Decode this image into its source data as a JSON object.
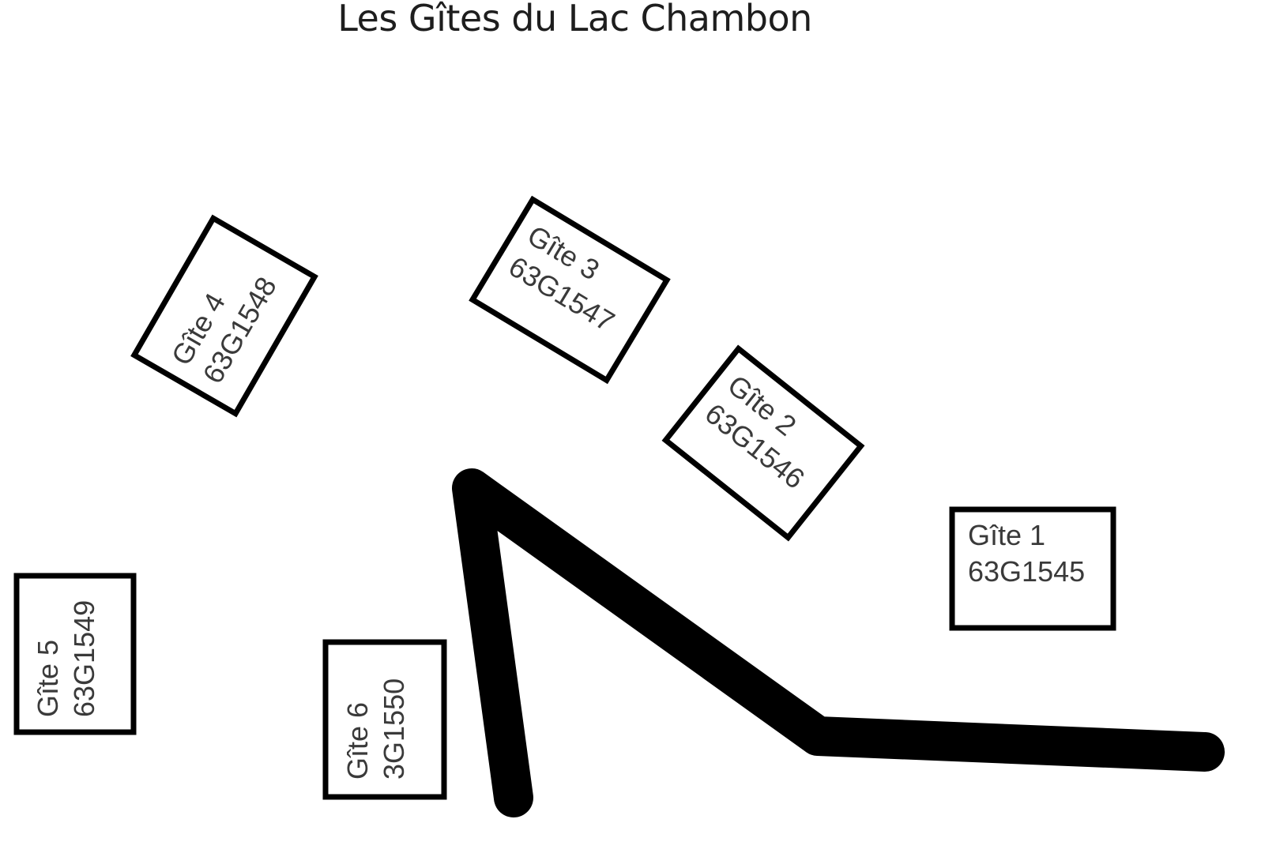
{
  "title": "Les Gîtes du Lac Chambon",
  "gites": [
    {
      "name": "Gîte 1",
      "code": "63G1545"
    },
    {
      "name": "Gîte 2",
      "code": "63G1546"
    },
    {
      "name": "Gîte 3",
      "code": "63G1547"
    },
    {
      "name": "Gîte 4",
      "code": "63G1548"
    },
    {
      "name": "Gîte 5",
      "code": "63G1549"
    },
    {
      "name": "Gîte 6",
      "code": "3G1550"
    }
  ],
  "colors": {
    "road": "#000000",
    "box_stroke": "#000000",
    "text": "#3a3a3a"
  }
}
